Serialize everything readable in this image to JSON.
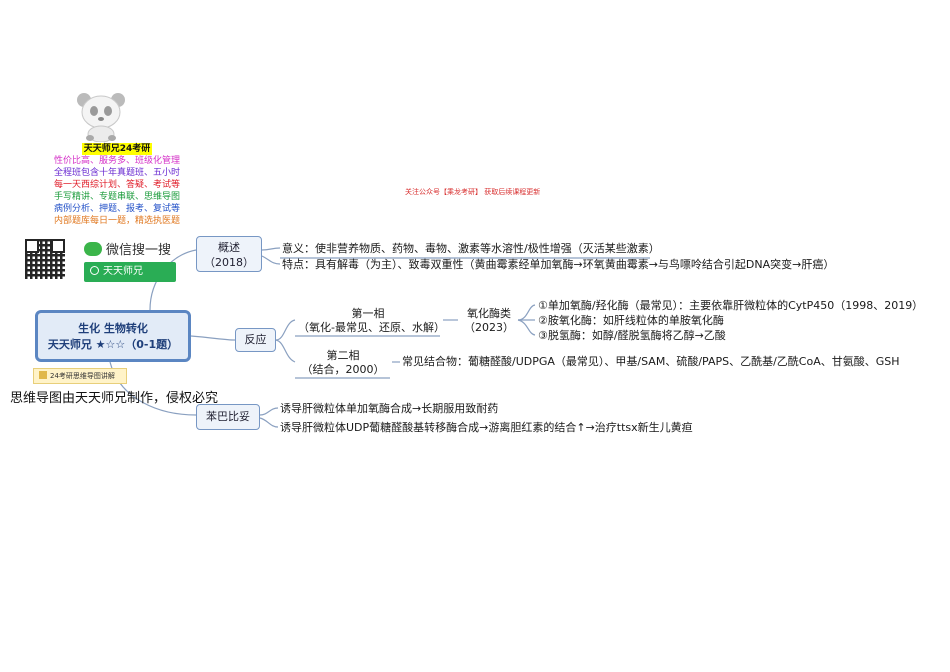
{
  "promo": {
    "title": "天天师兄24考研",
    "lines": [
      {
        "text": "性价比高、服务多、班级化管理",
        "color": "#d42fc7"
      },
      {
        "text": "全程班包含十年真题班、五小时",
        "color": "#6a2bd1"
      },
      {
        "text": "每一天西综计划、答疑、考试等",
        "color": "#e0202c"
      },
      {
        "text": "手写精讲、专题串联、思维导图",
        "color": "#1a9b3a"
      },
      {
        "text": "病例分析、押题、报考、复试等",
        "color": "#2452c8"
      },
      {
        "text": "内部题库每日一题，精选执医题",
        "color": "#e07820"
      }
    ]
  },
  "wechat": {
    "label": "微信搜一搜",
    "search_text": "天天师兄"
  },
  "watermark": "关注公众号【乘龙考研】 获取后续课程更新",
  "root": {
    "line1": "生化 生物转化",
    "line2": "天天师兄 ★☆☆（0-1题）"
  },
  "tag": "24考研思维导图讲解",
  "copyright": "思维导图由天天师兄制作，侵权必究",
  "overview": {
    "label": "概述",
    "year": "（2018）",
    "meaning": "意义：使非营养物质、药物、毒物、激素等水溶性/极性增强（灭活某些激素）",
    "feature": "特点：具有解毒（为主）、致毒双重性（黄曲霉素经单加氧酶→环氧黄曲霉素→与鸟嘌呤结合引起DNA突变→肝癌）"
  },
  "reaction": {
    "label": "反应",
    "phase1": {
      "line1": "第一相",
      "line2": "（氧化-最常见、还原、水解）"
    },
    "oxidase": {
      "line1": "氧化酶类",
      "line2": "（2023）"
    },
    "enzymes": [
      "①单加氧酶/羟化酶（最常见）：主要依靠肝微粒体的CytP450（1998、2019）",
      "②胺氧化酶：如肝线粒体的单胺氧化酶",
      "③脱氢酶：如醇/醛脱氢酶将乙醇→乙酸"
    ],
    "phase2": {
      "line1": "第二相",
      "line2": "（结合，2000）"
    },
    "conjugates": "常见结合物：葡糖醛酸/UDPGA（最常见）、甲基/SAM、硫酸/PAPS、乙酰基/乙酰CoA、甘氨酸、GSH"
  },
  "phenobarbital": {
    "label": "苯巴比妥",
    "items": [
      "诱导肝微粒体单加氧酶合成→长期服用致耐药",
      "诱导肝微粒体UDP葡糖醛酸基转移酶合成→游离胆红素的结合↑→治疗ttsx新生儿黄疸"
    ]
  },
  "colors": {
    "link": "#8aa0c0",
    "root_border": "#5b86c2",
    "node_border": "#7797c4"
  }
}
